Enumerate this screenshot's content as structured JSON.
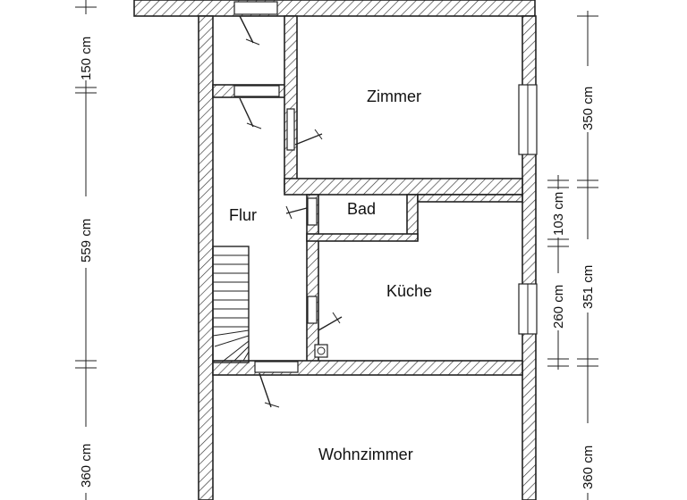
{
  "rooms": {
    "zimmer": "Zimmer",
    "flur": "Flur",
    "bad": "Bad",
    "kueche": "Küche",
    "wohnzimmer": "Wohnzimmer"
  },
  "dimensions": {
    "left": {
      "d1": "150 cm",
      "d2": "559 cm",
      "d3": "360 cm"
    },
    "right_outer": {
      "d1": "350 cm",
      "d2": "351 cm",
      "d3": "360 cm"
    },
    "right_inner": {
      "d1": "103 cm",
      "d2": "260 cm"
    }
  }
}
